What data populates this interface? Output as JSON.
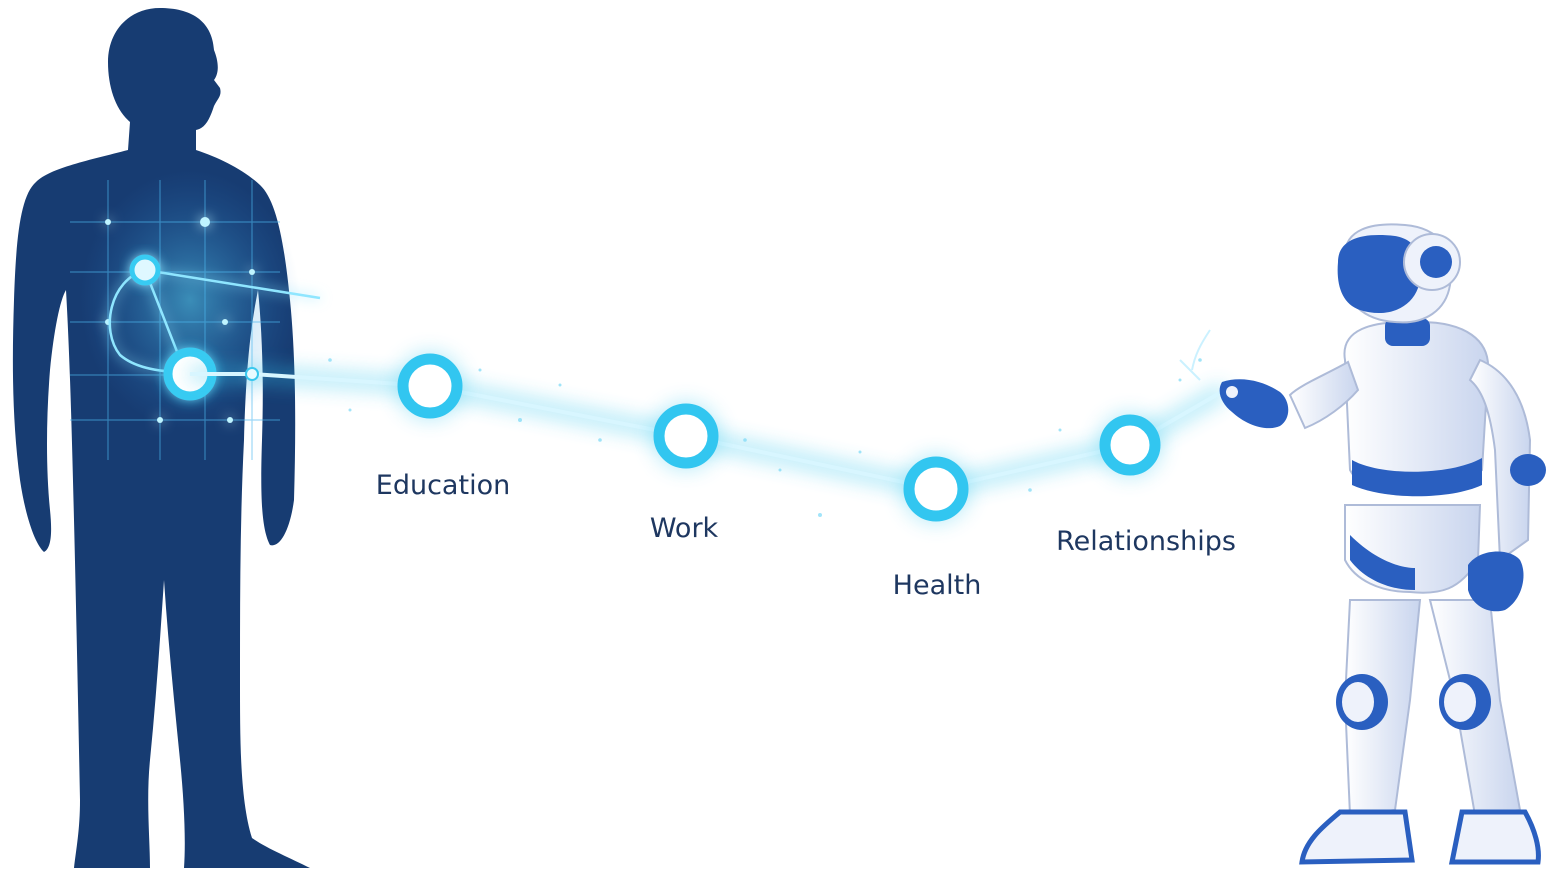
{
  "diagram": {
    "figures": {
      "human": {
        "name": "human-silhouette",
        "color": "#173c72",
        "glow": "#2ecbf2"
      },
      "robot": {
        "name": "robot-figure",
        "body_color": "#eef2fb",
        "accent": "#2a5fc0"
      }
    },
    "nodes": [
      {
        "id": "education",
        "label": "Education"
      },
      {
        "id": "work",
        "label": "Work"
      },
      {
        "id": "health",
        "label": "Health"
      },
      {
        "id": "relationships",
        "label": "Relationships"
      }
    ],
    "colors": {
      "line": "#39c8ee",
      "node_ring": "#32c6f0",
      "label": "#1e3760"
    }
  }
}
